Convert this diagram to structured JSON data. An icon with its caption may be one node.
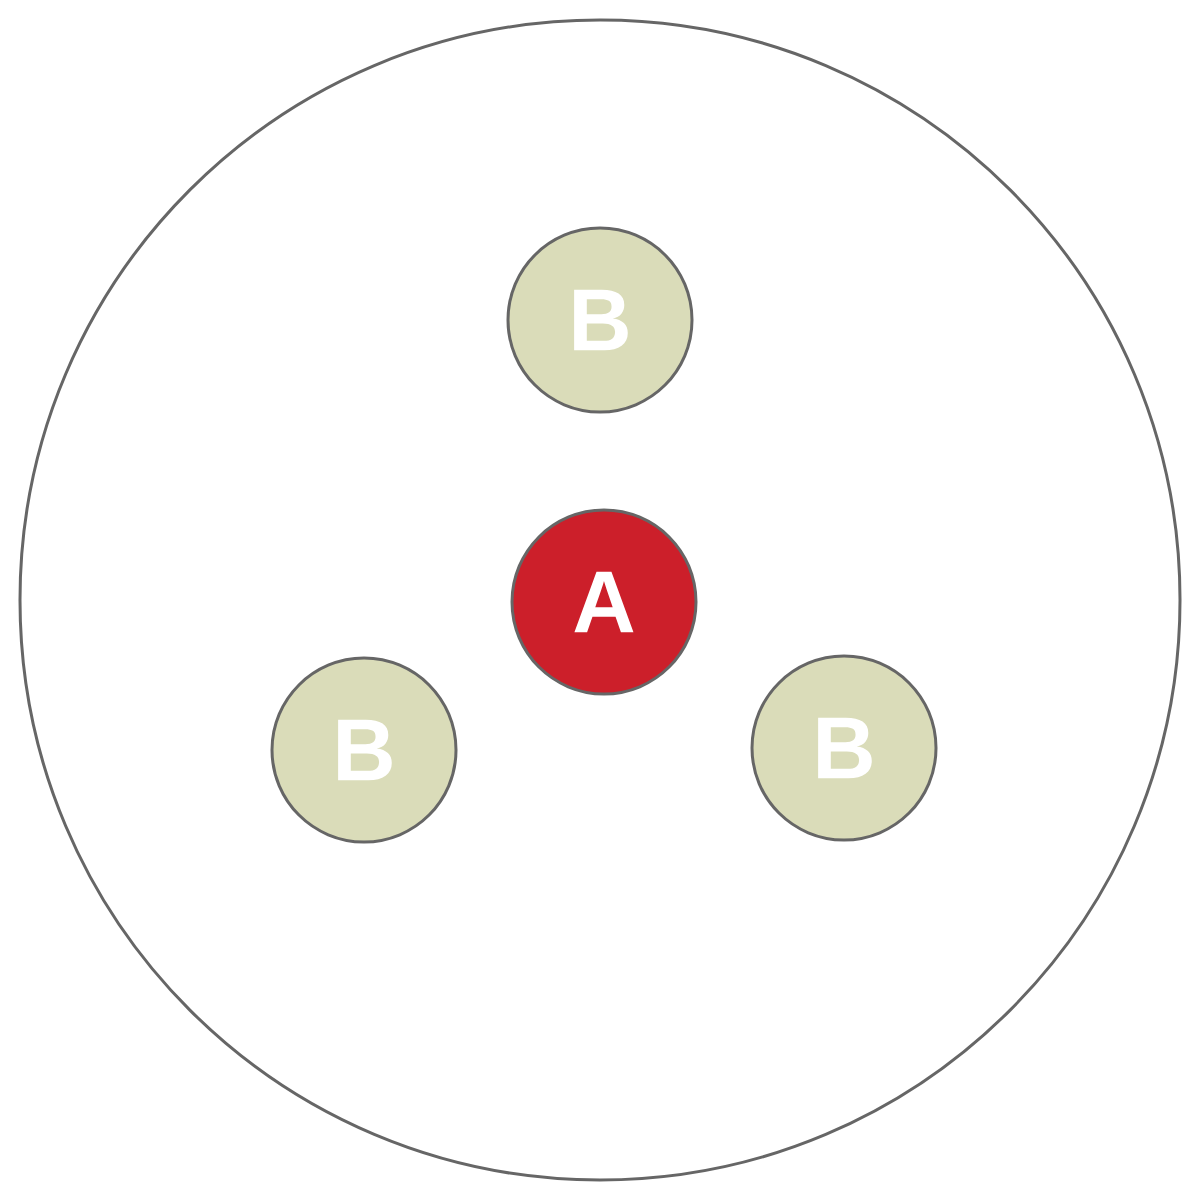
{
  "diagram": {
    "nodes": [
      {
        "text": [],
        "shape": "circle"
      },
      {
        "text": [
          "B"
        ],
        "in": 0
      },
      {
        "text": [
          "A"
        ],
        "in": 0
      },
      {
        "text": [
          "B"
        ],
        "in": 0
      },
      {
        "text": [
          "B"
        ],
        "in": 0
      }
    ]
  }
}
